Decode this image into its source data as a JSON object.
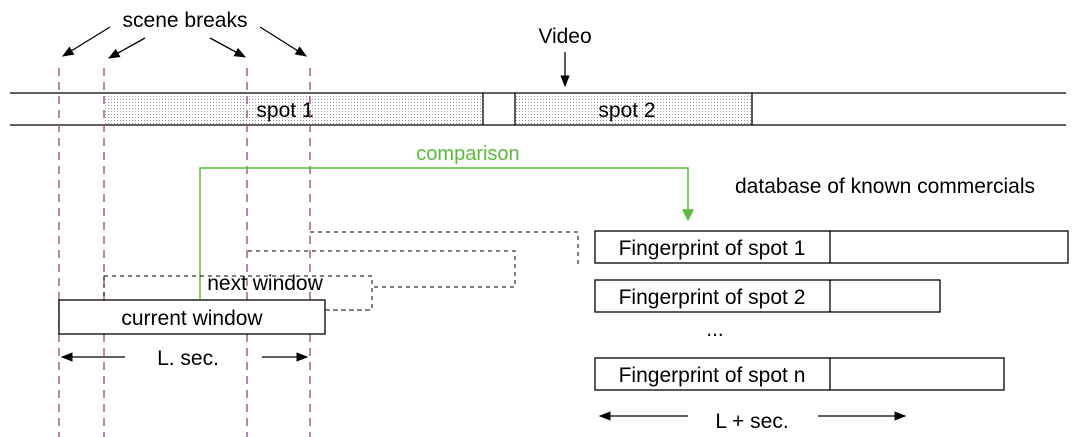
{
  "labels": {
    "scene_breaks": "scene breaks",
    "video": "Video",
    "spot1": "spot 1",
    "spot2": "spot 2",
    "comparison": "comparison",
    "database": "database of known commercials",
    "next_window": "next window",
    "current_window": "current window",
    "l_sec": "L. sec.",
    "l_plus_sec": "L + sec.",
    "ellipsis": "...",
    "fingerprints": [
      "Fingerprint of spot 1",
      "Fingerprint of spot 2",
      "Fingerprint of spot n"
    ]
  },
  "colors": {
    "scene_break_line": "#a0508a",
    "comparison": "#5aba3c",
    "line": "#000000",
    "spot_fill": "#e6e6e6"
  }
}
